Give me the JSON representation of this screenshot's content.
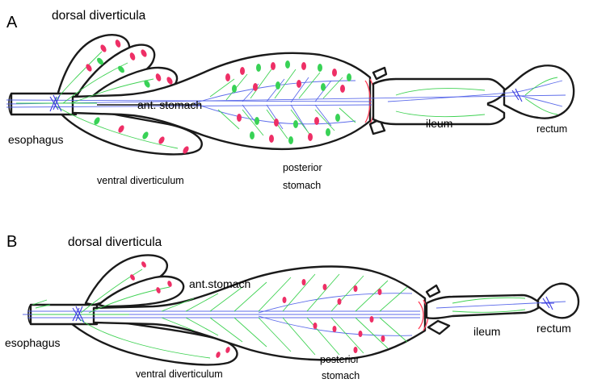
{
  "panels": [
    {
      "letter": "A",
      "labels": {
        "dorsal": "dorsal diverticula",
        "ant_stomach": "ant. stomach",
        "esophagus": "esophagus",
        "ventral": "ventral diverticulum",
        "posterior_line1": "posterior",
        "posterior_line2": "stomach",
        "ileum": "ileum",
        "rectum": "rectum"
      }
    },
    {
      "letter": "B",
      "labels": {
        "dorsal": "dorsal diverticula",
        "ant_stomach": "ant.stomach",
        "esophagus": "esophagus",
        "ventral": "ventral diverticulum",
        "posterior_line1": "posterior",
        "posterior_line2": "stomach",
        "ileum": "ileum",
        "rectum": "rectum"
      }
    }
  ],
  "colors": {
    "outline": "#1a1a1a",
    "nerve_blue": "#4a5be8",
    "nerve_green": "#35d04a",
    "cell_red": "#ee2f66",
    "cell_green": "#38d256"
  }
}
